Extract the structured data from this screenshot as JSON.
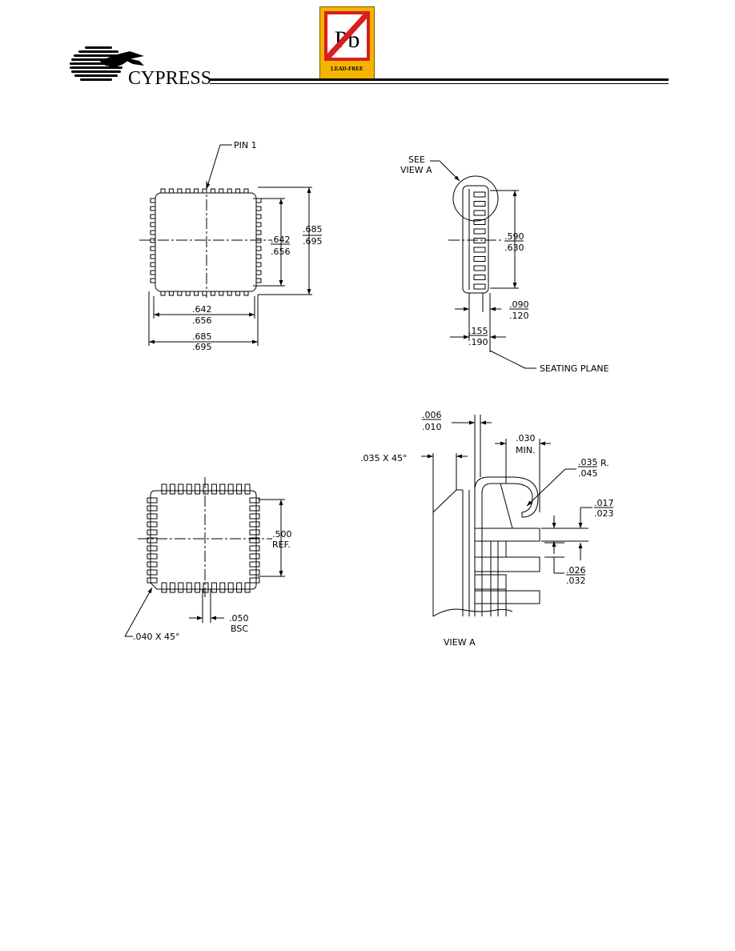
{
  "brand": {
    "name": "CYPRESS",
    "logo_icon": "cypress-tree-logo-icon"
  },
  "badge": {
    "symbol": "Pb",
    "caption": "LEAD-FREE",
    "bg_color": "#f5b400",
    "slash_color": "#d81e1e"
  },
  "top_view": {
    "pin1_label": "PIN 1",
    "vert_inner_min": ".642",
    "vert_inner_max": ".656",
    "vert_outer_min": ".685",
    "vert_outer_max": ".695",
    "horiz_inner_min": ".642",
    "horiz_inner_max": ".656",
    "horiz_outer_min": ".685",
    "horiz_outer_max": ".695"
  },
  "side_view": {
    "see_label": "SEE",
    "view_label": "VIEW A",
    "height_min": ".590",
    "height_max": ".630",
    "lead_min": ".090",
    "lead_max": ".120",
    "body_min": ".155",
    "body_max": ".190",
    "seating_label": "SEATING PLANE"
  },
  "bottom_view": {
    "ref_value": ".500",
    "ref_label": "REF.",
    "pitch_value": ".050",
    "pitch_label": "BSC",
    "chamfer_label": ".040 X 45°"
  },
  "view_a": {
    "top_min": ".006",
    "top_max": ".010",
    "min_value": ".030",
    "min_label": "MIN.",
    "chamfer_label": ".035 X 45°",
    "radius_min": ".035",
    "radius_max": ".045",
    "radius_suffix": "R.",
    "lead_w_min": ".017",
    "lead_w_max": ".023",
    "lead_t_min": ".026",
    "lead_t_max": ".032",
    "caption": "VIEW A"
  }
}
